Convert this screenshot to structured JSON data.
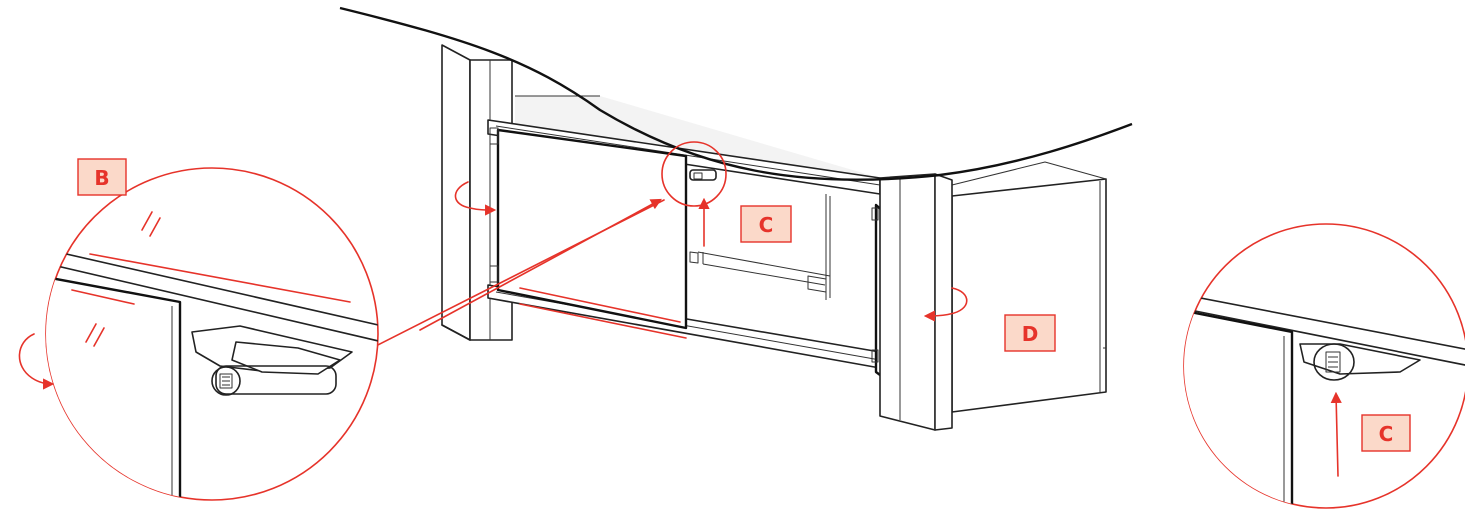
{
  "labels": {
    "b": "B",
    "c_main": "C",
    "d": "D",
    "c_detail": "C"
  },
  "colors": {
    "callout_red": "#e6332a",
    "label_fill": "#fbd9c9",
    "line_art": "#222222",
    "background": "#ffffff"
  }
}
